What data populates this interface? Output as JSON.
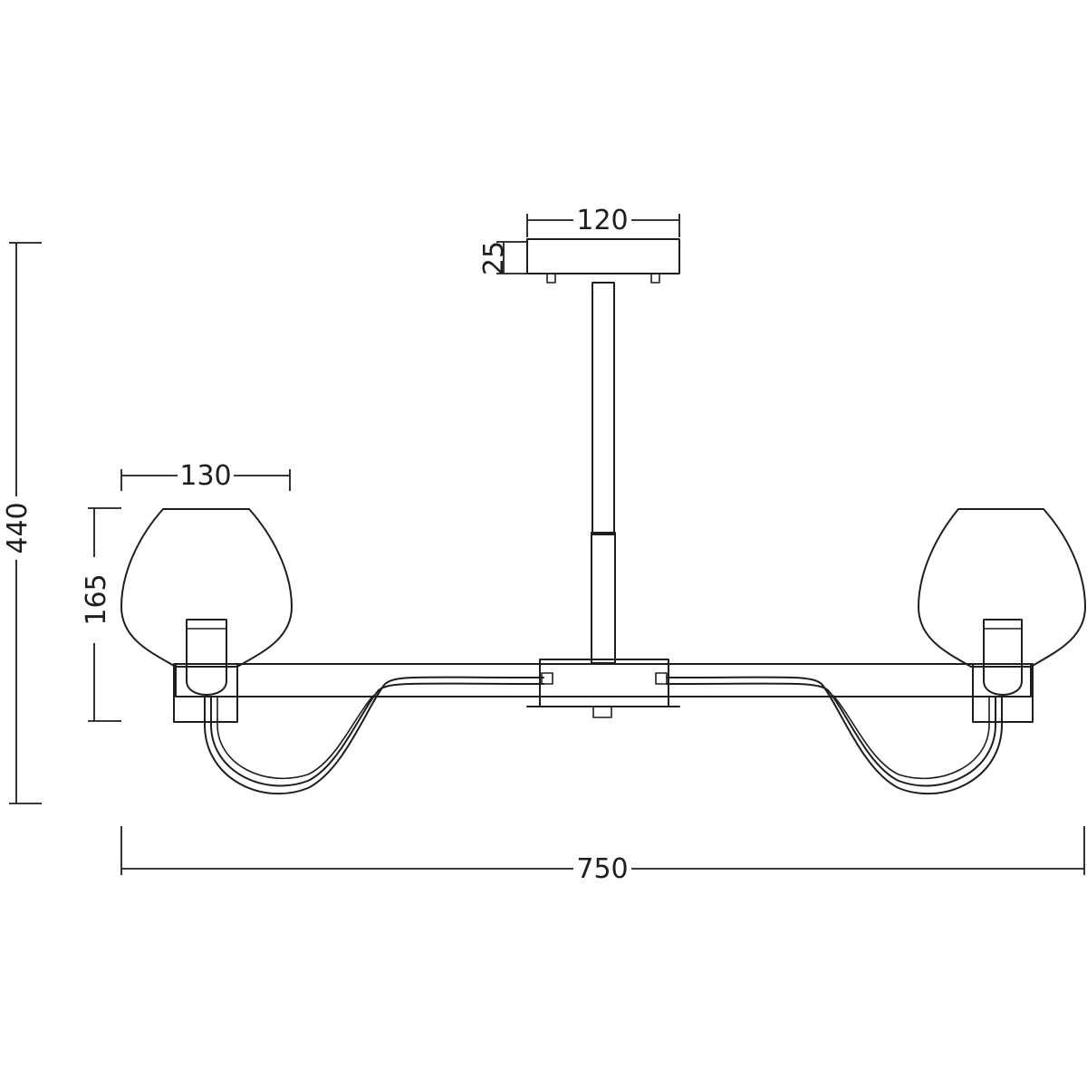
{
  "dimensions": {
    "overall_width": "750",
    "overall_height": "440",
    "canopy_width": "120",
    "canopy_height": "25",
    "shade_width": "130",
    "shade_height": "165"
  },
  "colors": {
    "line": "#1e1e1e",
    "background": "#ffffff"
  }
}
